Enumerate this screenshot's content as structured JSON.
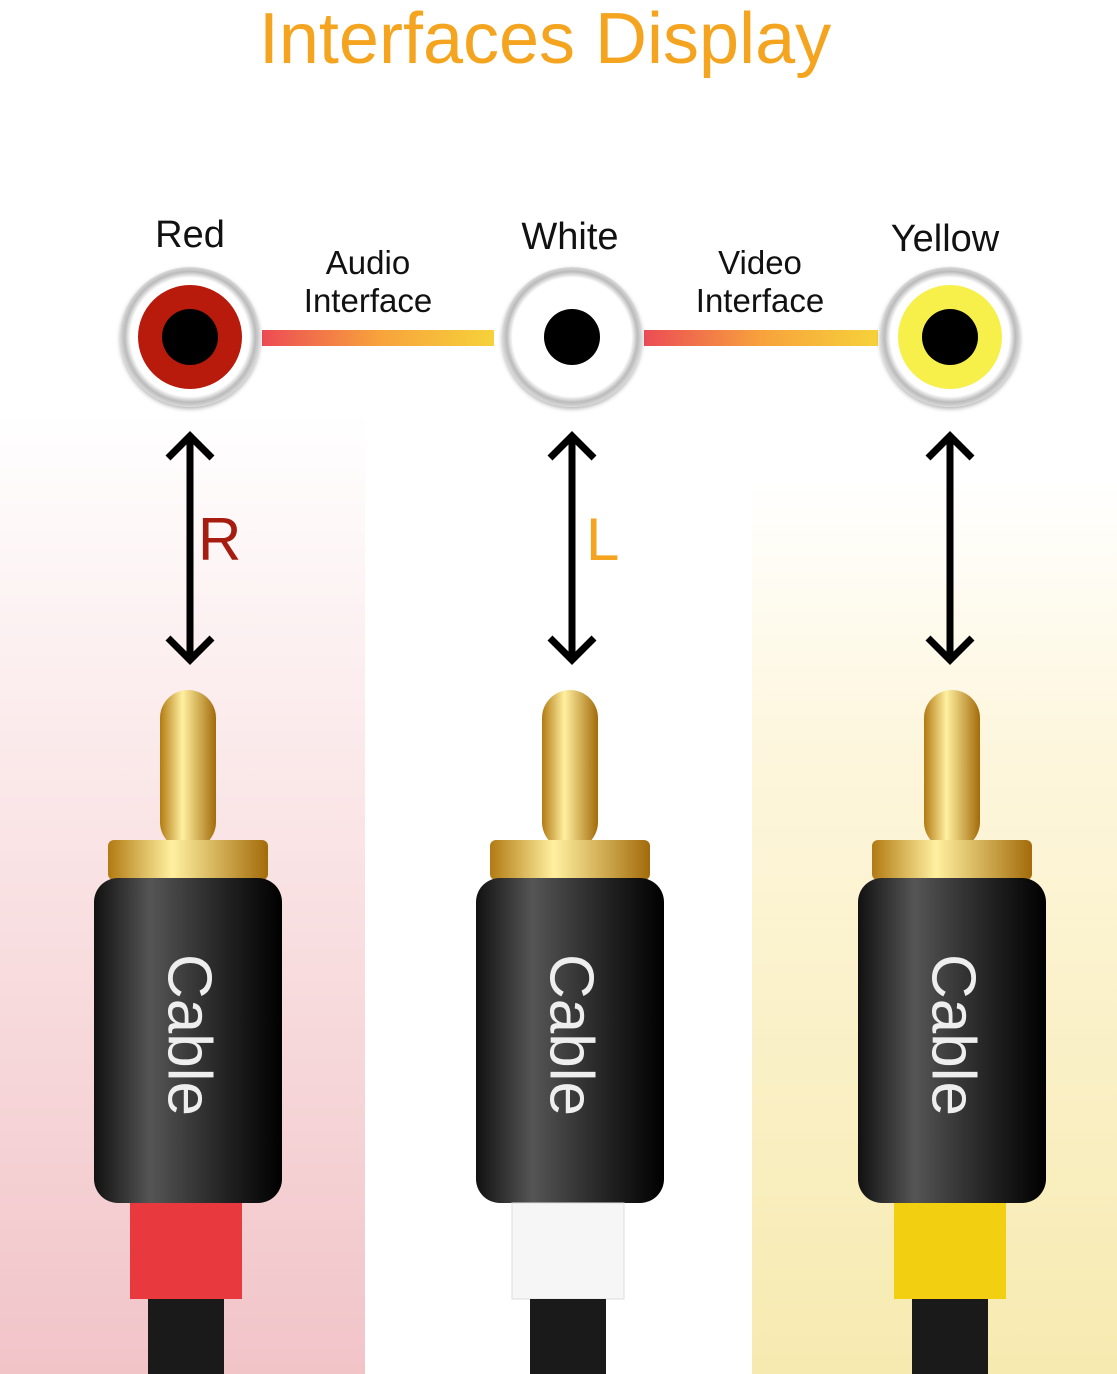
{
  "title": "Interfaces Display",
  "jacks": [
    {
      "label": "Red",
      "color": "#b81a0c",
      "sleeve": "#e83a3e"
    },
    {
      "label": "White",
      "color": "#ffffff",
      "sleeve": "#f6f6f6"
    },
    {
      "label": "Yellow",
      "color": "#f7f04a",
      "sleeve": "#f2cf10"
    }
  ],
  "interfaces": {
    "audio": "Audio Interface",
    "video": "Video Interface"
  },
  "channels": {
    "right": "R",
    "left": "L"
  },
  "plug_text": "Cable",
  "colors": {
    "title": "#f5a41f",
    "right": "#a61c0e",
    "left": "#f5a41f"
  }
}
